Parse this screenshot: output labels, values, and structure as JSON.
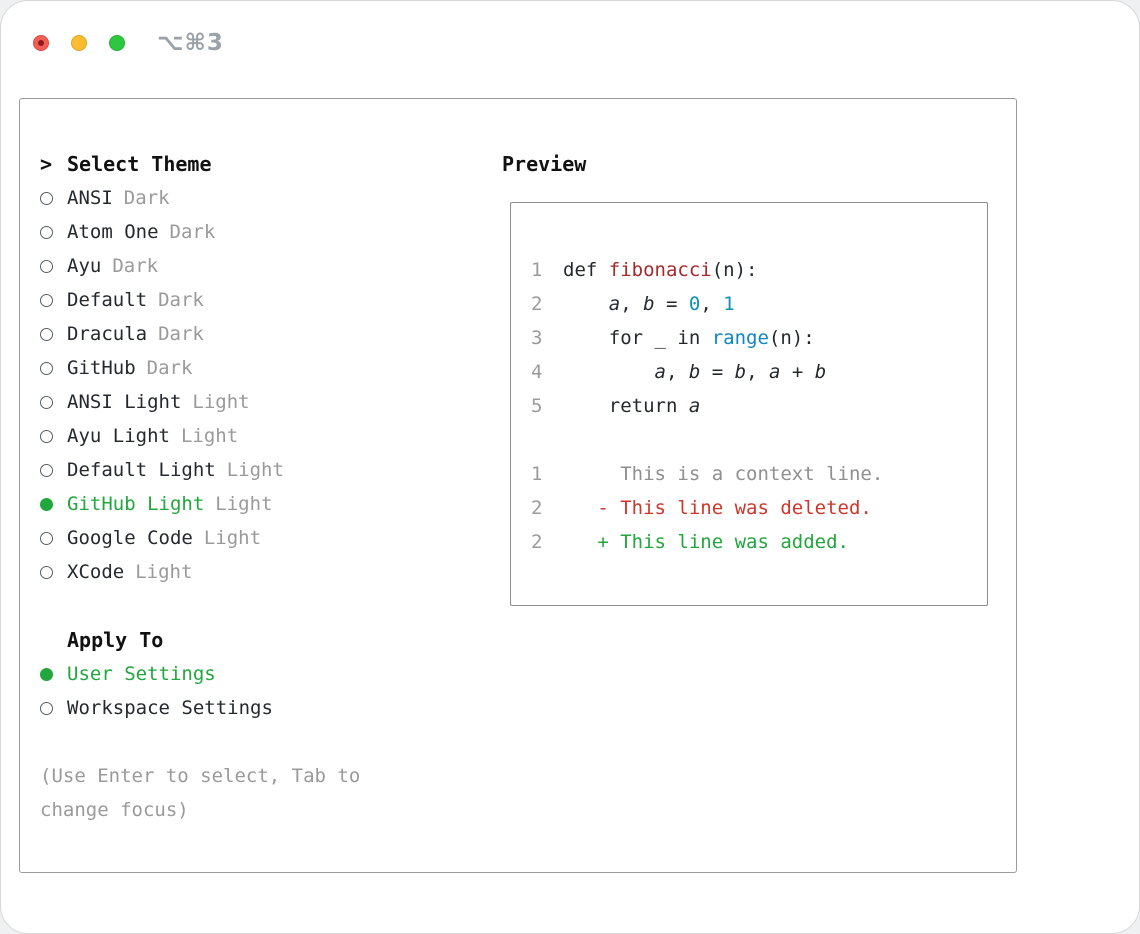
{
  "window": {
    "shortcut": "⌥⌘3"
  },
  "selector": {
    "cursor": ">",
    "title": "Select Theme",
    "themes": [
      {
        "name": "ANSI",
        "variant": "Dark",
        "selected": false
      },
      {
        "name": "Atom One",
        "variant": "Dark",
        "selected": false
      },
      {
        "name": "Ayu",
        "variant": "Dark",
        "selected": false
      },
      {
        "name": "Default",
        "variant": "Dark",
        "selected": false
      },
      {
        "name": "Dracula",
        "variant": "Dark",
        "selected": false
      },
      {
        "name": "GitHub",
        "variant": "Dark",
        "selected": false
      },
      {
        "name": "ANSI Light",
        "variant": "Light",
        "selected": false
      },
      {
        "name": "Ayu Light",
        "variant": "Light",
        "selected": false
      },
      {
        "name": "Default Light",
        "variant": "Light",
        "selected": false
      },
      {
        "name": "GitHub Light",
        "variant": "Light",
        "selected": true
      },
      {
        "name": "Google Code",
        "variant": "Light",
        "selected": false
      },
      {
        "name": "XCode",
        "variant": "Light",
        "selected": false
      }
    ],
    "apply_to": {
      "title": "Apply To",
      "options": [
        {
          "label": "User Settings",
          "selected": true
        },
        {
          "label": "Workspace Settings",
          "selected": false
        }
      ]
    },
    "hint": "(Use Enter to select, Tab to change focus)"
  },
  "preview": {
    "title": "Preview",
    "lines": [
      {
        "num": "1",
        "tokens": [
          {
            "text": "def ",
            "style": "plain"
          },
          {
            "text": "fibonacci",
            "style": "func"
          },
          {
            "text": "(n):",
            "style": "plain"
          }
        ]
      },
      {
        "num": "2",
        "tokens": [
          {
            "text": "    ",
            "style": "plain"
          },
          {
            "text": "a",
            "style": "var"
          },
          {
            "text": ", ",
            "style": "plain"
          },
          {
            "text": "b",
            "style": "var"
          },
          {
            "text": " = ",
            "style": "plain"
          },
          {
            "text": "0",
            "style": "number"
          },
          {
            "text": ", ",
            "style": "plain"
          },
          {
            "text": "1",
            "style": "number"
          }
        ]
      },
      {
        "num": "3",
        "tokens": [
          {
            "text": "    for _ in ",
            "style": "plain"
          },
          {
            "text": "range",
            "style": "builtin"
          },
          {
            "text": "(n):",
            "style": "plain"
          }
        ]
      },
      {
        "num": "4",
        "tokens": [
          {
            "text": "        ",
            "style": "plain"
          },
          {
            "text": "a",
            "style": "var"
          },
          {
            "text": ", ",
            "style": "plain"
          },
          {
            "text": "b",
            "style": "var"
          },
          {
            "text": " = ",
            "style": "plain"
          },
          {
            "text": "b",
            "style": "var"
          },
          {
            "text": ", ",
            "style": "plain"
          },
          {
            "text": "a",
            "style": "var"
          },
          {
            "text": " + ",
            "style": "plain"
          },
          {
            "text": "b",
            "style": "var"
          }
        ]
      },
      {
        "num": "5",
        "tokens": [
          {
            "text": "    return ",
            "style": "plain"
          },
          {
            "text": "a",
            "style": "var"
          }
        ]
      },
      {
        "num": "",
        "tokens": []
      },
      {
        "num": "1",
        "tokens": [
          {
            "text": "     This is a context line.",
            "style": "context"
          }
        ]
      },
      {
        "num": "2",
        "tokens": [
          {
            "text": "   - This line was deleted.",
            "style": "deleted"
          }
        ]
      },
      {
        "num": "2",
        "tokens": [
          {
            "text": "   + This line was added.",
            "style": "added"
          }
        ]
      }
    ]
  },
  "colors": {
    "accent_green": "#22a63e",
    "muted_gray": "#9a9a9a",
    "text": "#24292f",
    "tokens": {
      "plain": "#24292f",
      "func": "#a52a2a",
      "var": "#24292f",
      "number": "#0e93b4",
      "builtin": "#0d85c7",
      "context": "#8f8f8f",
      "deleted": "#d0352b",
      "added": "#22a63e"
    }
  }
}
